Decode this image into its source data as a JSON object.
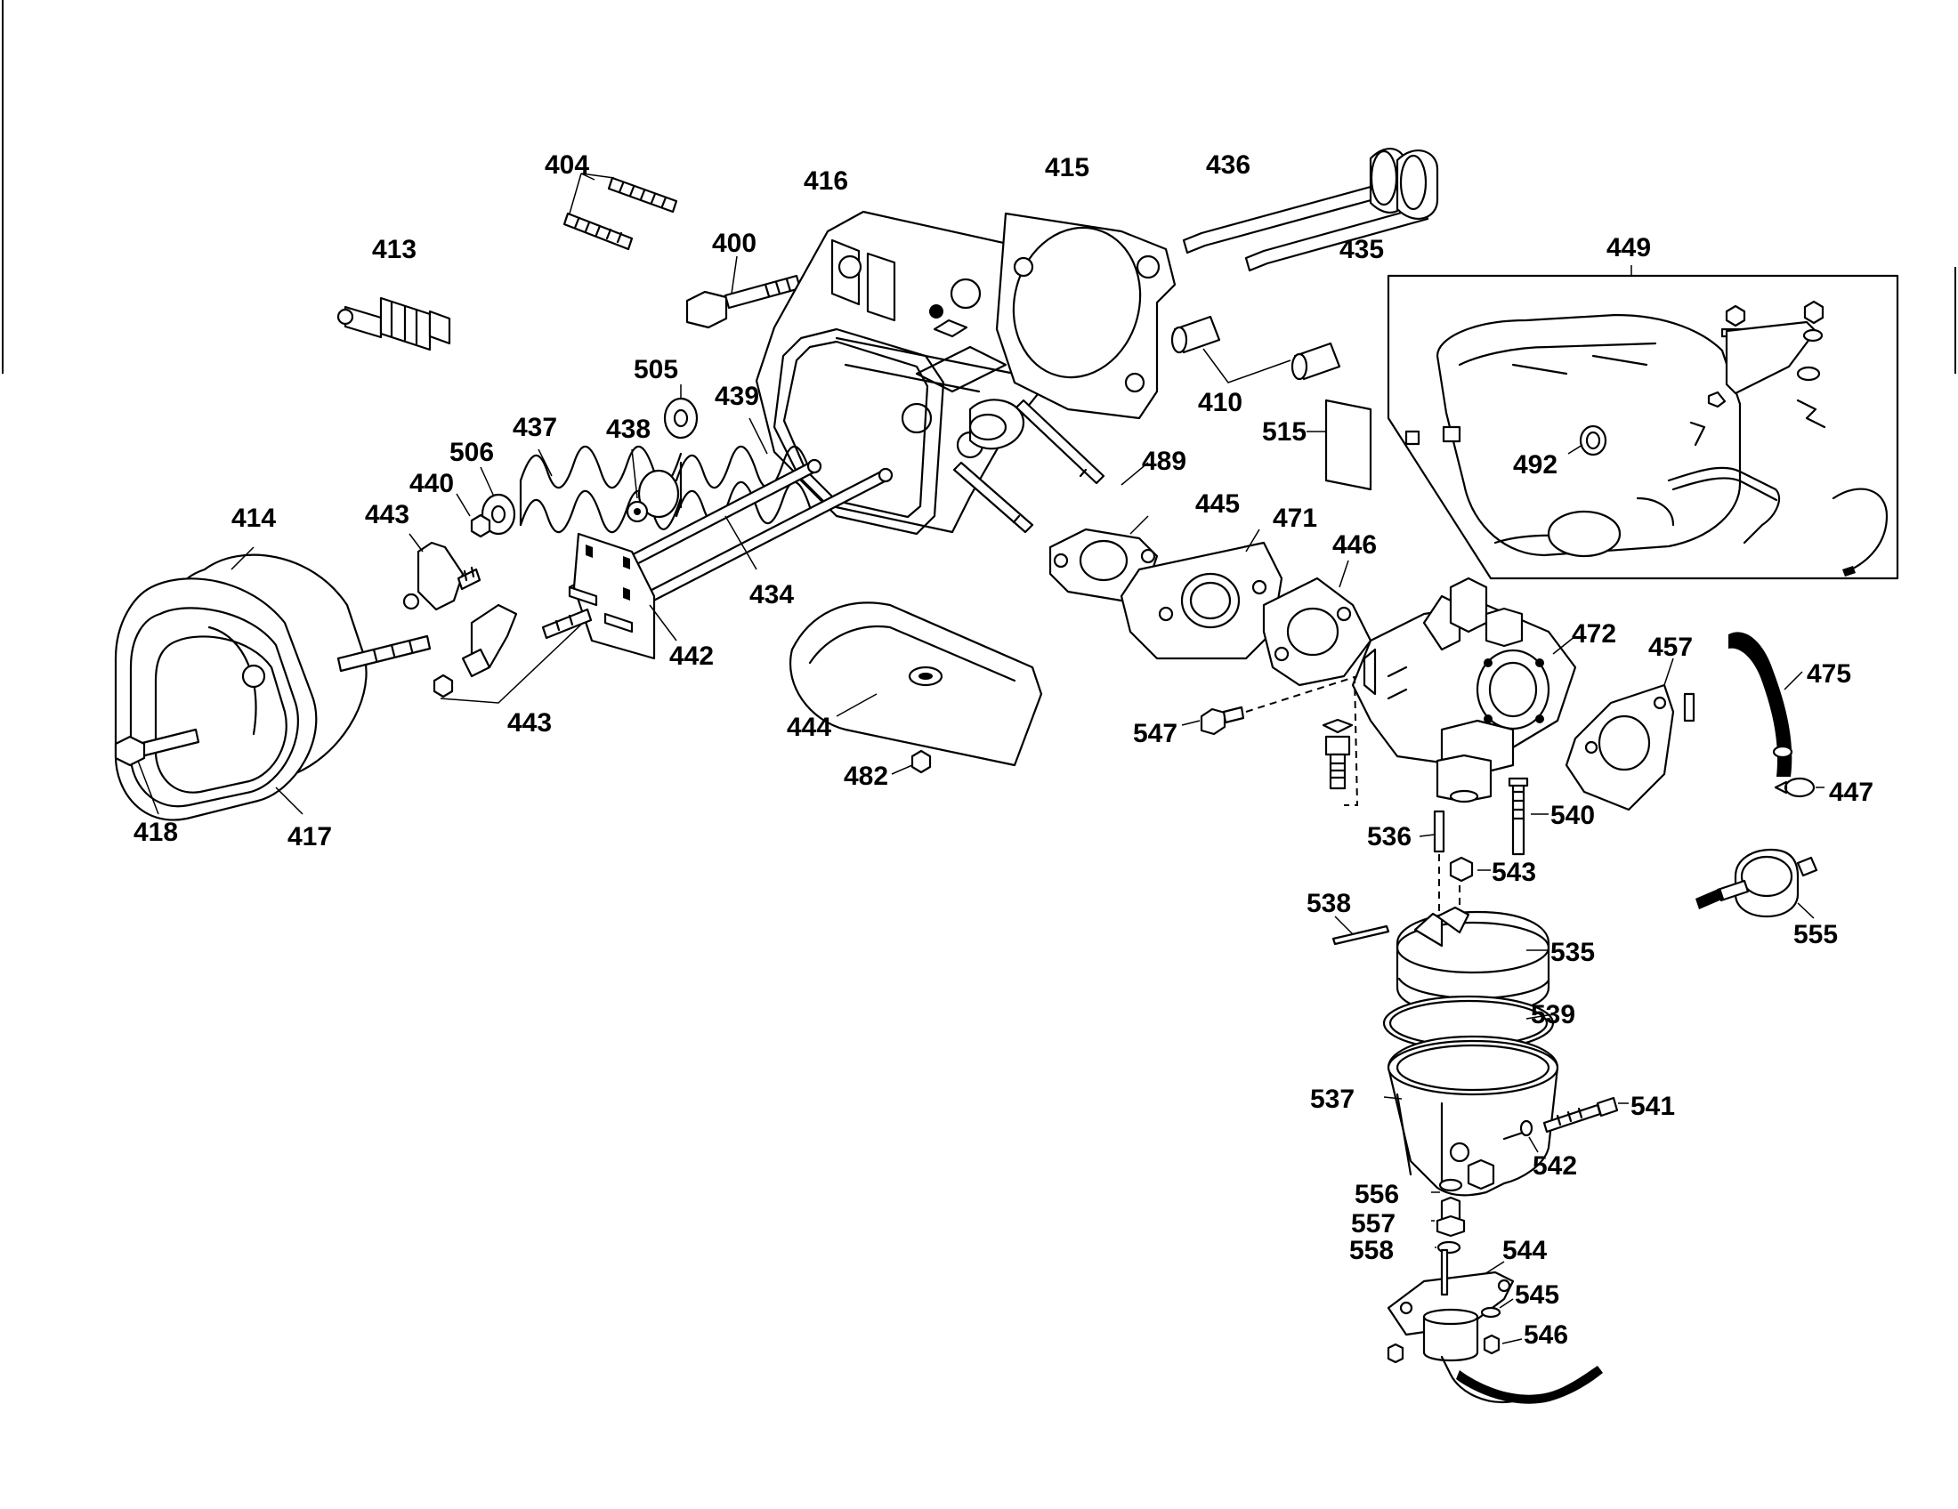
{
  "labels": {
    "p400": "400",
    "p404": "404",
    "p410": "410",
    "p413": "413",
    "p414": "414",
    "p415": "415",
    "p416": "416",
    "p417": "417",
    "p418": "418",
    "p434": "434",
    "p435": "435",
    "p436": "436",
    "p437": "437",
    "p438": "438",
    "p439": "439",
    "p440": "440",
    "p442": "442",
    "p443a": "443",
    "p443b": "443",
    "p444": "444",
    "p445": "445",
    "p446": "446",
    "p447": "447",
    "p449": "449",
    "p457": "457",
    "p471": "471",
    "p472": "472",
    "p475": "475",
    "p482": "482",
    "p489": "489",
    "p492": "492",
    "p505": "505",
    "p506": "506",
    "p515": "515",
    "p535": "535",
    "p536": "536",
    "p537": "537",
    "p538": "538",
    "p539": "539",
    "p540": "540",
    "p541": "541",
    "p542": "542",
    "p543": "543",
    "p544": "544",
    "p545": "545",
    "p546": "546",
    "p547": "547",
    "p555": "555",
    "p556": "556",
    "p557": "557",
    "p558": "558"
  },
  "colors": {
    "ink": "#000000",
    "paper": "#ffffff"
  }
}
